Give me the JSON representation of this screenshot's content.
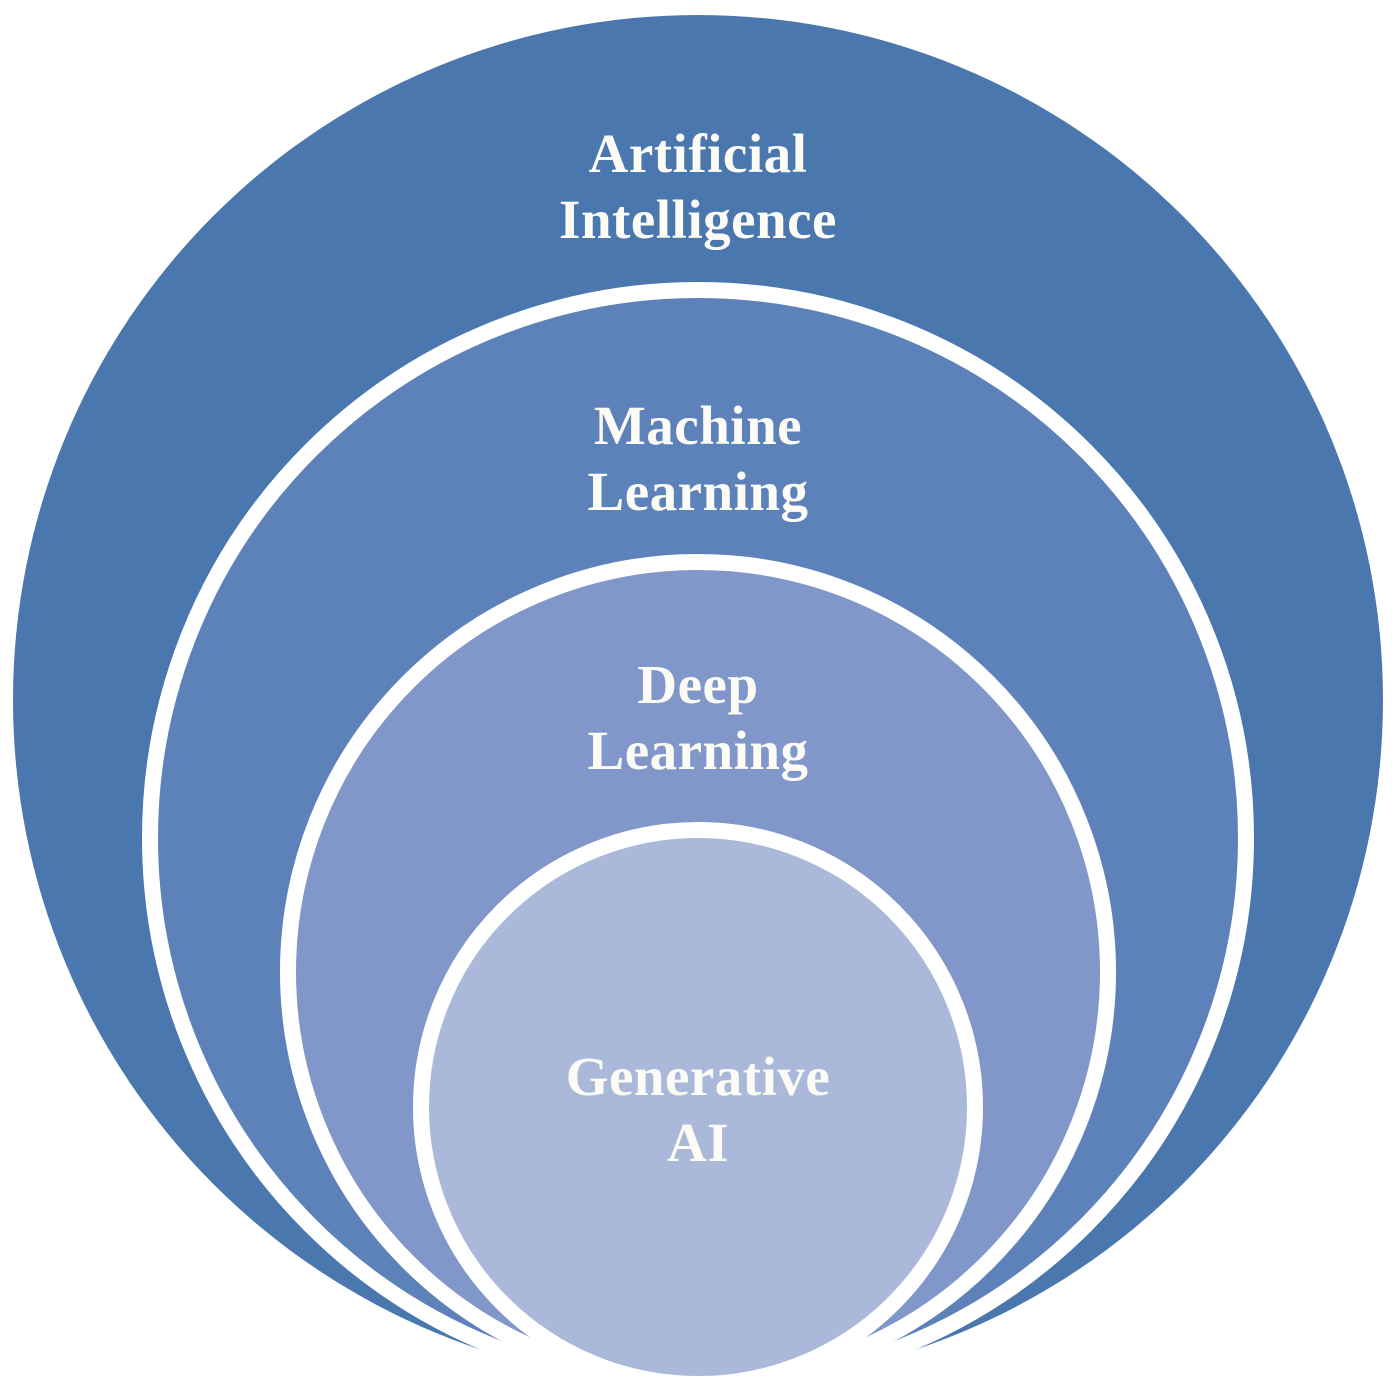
{
  "diagram": {
    "type": "nested-circles",
    "description_order_outer_to_inner": [
      "Artificial Intelligence",
      "Machine Learning",
      "Deep Learning",
      "Generative AI"
    ]
  },
  "theme": {
    "background_color": "#ffffff",
    "divider_color": "#ffffff",
    "label_text_color": "#fcfbf5"
  },
  "circles": [
    {
      "id": "artificial-intelligence",
      "label": "Artificial\nIntelligence",
      "color": "#4a77ae",
      "nesting_level": 1
    },
    {
      "id": "machine-learning",
      "label": "Machine\nLearning",
      "color": "#5d82ba",
      "nesting_level": 2
    },
    {
      "id": "deep-learning",
      "label": "Deep\nLearning",
      "color": "#8197c9",
      "nesting_level": 3
    },
    {
      "id": "generative-ai",
      "label": "Generative\nAI",
      "color": "#aab9da",
      "nesting_level": 4
    }
  ]
}
